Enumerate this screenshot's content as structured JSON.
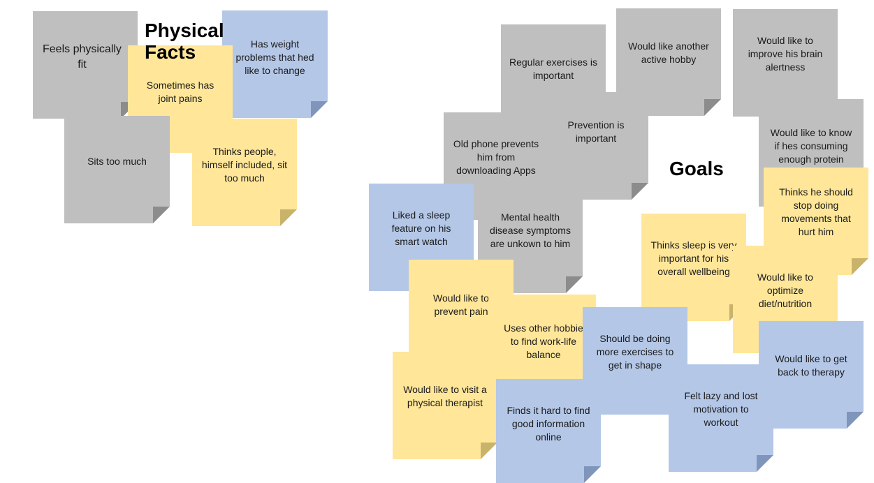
{
  "headings": {
    "physical_facts": "Physical\nFacts",
    "goals": "Goals"
  },
  "colors": {
    "gray": "#bfbfbf",
    "yellow": "#ffe699",
    "blue": "#b4c7e7"
  },
  "notes": {
    "n01": "Feels physically\nfit",
    "n02": "Has weight\nproblems that hed\nlike to change",
    "n03": "Sometimes has\njoint pains",
    "n04": "Sits too much",
    "n05": "Thinks people,\nhimself included, sit\ntoo much",
    "n06": "Regular exercises is\nimportant",
    "n07": "Would like another\nactive hobby",
    "n08": "Would like to\nimprove his brain\nalertness",
    "n09": "Old phone prevents\nhim from\ndownloading Apps",
    "n10": "Prevention is\nimportant",
    "n11": "Would like to know\nif hes consuming\nenough protein",
    "n12": "Thinks he should\nstop doing\nmovements that\nhurt him",
    "n13": "Liked a sleep\nfeature on his\nsmart watch",
    "n14": "Mental health\ndisease symptoms\nare unkown to him",
    "n15": "Thinks sleep is very\nimportant for his\noverall wellbeing",
    "n16": "Would like to\noptimize\ndiet/nutrition",
    "n17": "Would like to\nprevent pain",
    "n18": "Uses other hobbie\nto find work-life\nbalance",
    "n19": "Should be doing\nmore exercises to\nget in shape",
    "n20": "Would like to get\nback to therapy",
    "n21": "Would like to visit a\nphysical therapist",
    "n22": "Felt lazy and lost\nmotivation to\nworkout",
    "n23": "Finds it hard to find\ngood information\nonline"
  }
}
